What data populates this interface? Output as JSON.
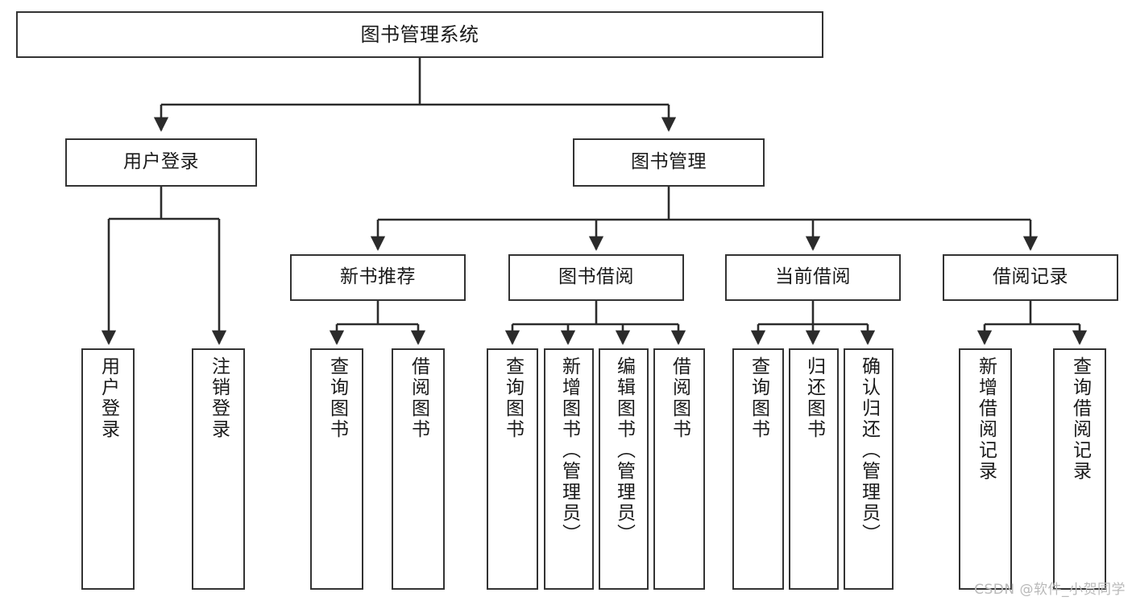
{
  "diagram": {
    "title": "图书管理系统",
    "type": "tree",
    "background": "#ffffff",
    "line_color": "#333333",
    "box_border_color": "#333333",
    "text_color": "#1a1a1a"
  },
  "nodes": {
    "root": {
      "label": "图书管理系统"
    },
    "level2": [
      {
        "id": "user-login",
        "label": "用户登录"
      },
      {
        "id": "book-manage",
        "label": "图书管理"
      }
    ],
    "level3": [
      {
        "id": "new-book-recommend",
        "label": "新书推荐"
      },
      {
        "id": "book-borrow",
        "label": "图书借阅"
      },
      {
        "id": "current-borrow",
        "label": "当前借阅"
      },
      {
        "id": "borrow-record",
        "label": "借阅记录"
      }
    ],
    "leaves": {
      "user_login": [
        {
          "id": "leaf-user-login",
          "label": "用户登录"
        },
        {
          "id": "leaf-user-logout",
          "label": "注销登录"
        }
      ],
      "new_book_recommend": [
        {
          "id": "leaf-query-book-1",
          "label": "查询图书"
        },
        {
          "id": "leaf-borrow-book-1",
          "label": "借阅图书"
        }
      ],
      "book_borrow": [
        {
          "id": "leaf-query-book-2",
          "label": "查询图书"
        },
        {
          "id": "leaf-add-book",
          "label": "新增图书（管理员）"
        },
        {
          "id": "leaf-edit-book",
          "label": "编辑图书（管理员）"
        },
        {
          "id": "leaf-borrow-book-2",
          "label": "借阅图书"
        }
      ],
      "current_borrow": [
        {
          "id": "leaf-query-book-3",
          "label": "查询图书"
        },
        {
          "id": "leaf-return-book",
          "label": "归还图书"
        },
        {
          "id": "leaf-confirm-return",
          "label": "确认归还（管理员）"
        }
      ],
      "borrow_record": [
        {
          "id": "leaf-add-record",
          "label": "新增借阅记录"
        },
        {
          "id": "leaf-query-record",
          "label": "查询借阅记录"
        }
      ]
    }
  },
  "watermark": {
    "text": "CSDN @软件_小贺同学"
  }
}
